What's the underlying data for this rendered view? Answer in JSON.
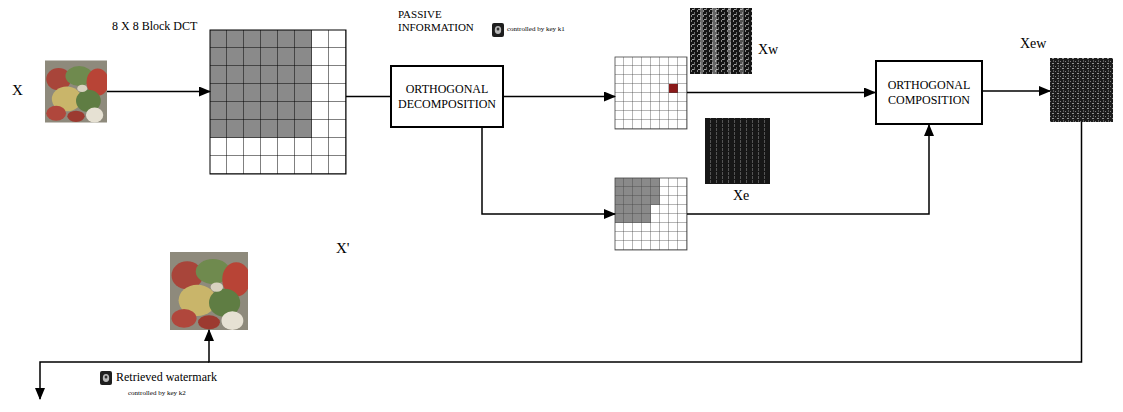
{
  "diagram": {
    "nodes": [
      {
        "text": [
          "X"
        ]
      },
      {
        "text": [
          "8 X 8 Block DCT"
        ]
      },
      {
        "text": [
          "ORTHOGONAL DECOMPOSITION"
        ]
      },
      {
        "text": [
          "Xw"
        ]
      },
      {
        "text": [
          "Xe"
        ]
      },
      {
        "text": [
          "ORTHOGONAL COMPOSITION"
        ]
      },
      {
        "text": [
          "Xew"
        ]
      },
      {
        "text": [
          "X'"
        ]
      }
    ],
    "edges": [
      {
        "from": 0,
        "to": 1,
        "arrow": "to"
      },
      {
        "from": 1,
        "to": 2,
        "arrow": "none"
      },
      {
        "from": 2,
        "to": 3,
        "arrow": "to"
      },
      {
        "from": 2,
        "to": 4,
        "arrow": "to"
      },
      {
        "from": 3,
        "to": 5,
        "arrow": "to"
      },
      {
        "from": 4,
        "to": 5,
        "arrow": "to"
      },
      {
        "from": 5,
        "to": 6,
        "arrow": "to"
      },
      {
        "from": 6,
        "to": 7,
        "arrow": "to"
      }
    ],
    "labels": [
      "PASSIVE INFORMATION",
      "controlled by key k1",
      "Retrieved watermark",
      "controlled by key k2"
    ]
  }
}
